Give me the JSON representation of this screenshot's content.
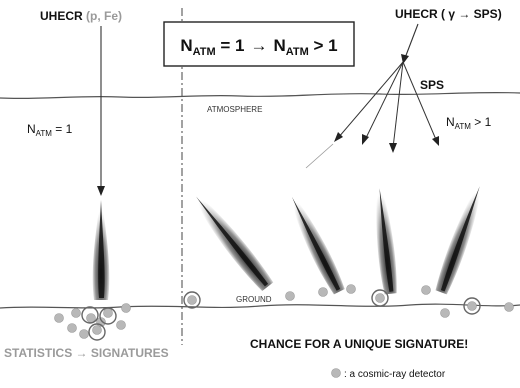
{
  "title": {
    "left": {
      "main": "N",
      "sub": "ATM",
      "rest": " = 1"
    },
    "arrow": "→",
    "right": {
      "main": "N",
      "sub": "ATM",
      "rest": " > 1"
    }
  },
  "left_source": {
    "name": "UHECR",
    "detail": " (p, Fe)"
  },
  "right_source": {
    "name": "UHECR",
    "detail": " ( γ → SPS)"
  },
  "sps_label": "SPS",
  "atmosphere_label": "ATMOSPHERE",
  "ground_label": "GROUND",
  "left_natm": {
    "main": "N",
    "sub": "ATM",
    "rest": " = 1"
  },
  "right_natm": {
    "main": "N",
    "sub": "ATM",
    "rest": " > 1"
  },
  "left_caption": "STATISTICS → SIGNATURES",
  "right_caption": "CHANCE FOR A UNIQUE SIGNATURE!",
  "legend": {
    "label": ": a cosmic-ray detector",
    "detector_color": "#b8b8b8"
  },
  "colors": {
    "line": "#333333",
    "text": "#111111",
    "gray_text": "#9a9a9a",
    "shower": "#1a1a1a"
  }
}
